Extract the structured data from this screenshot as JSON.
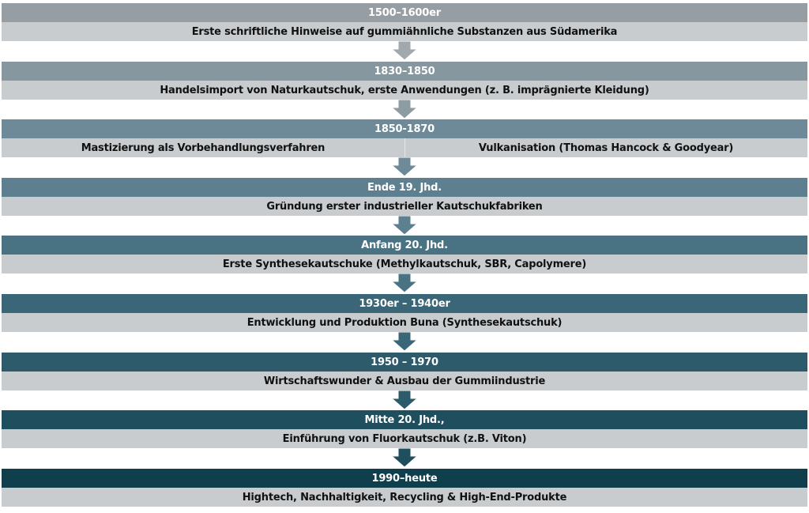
{
  "stages": [
    {
      "period": "1500–1600er",
      "text": "Erste schriftliche Hinweise auf gummiähnliche Substanzen aus Südamerika",
      "color": "#969ea3"
    },
    {
      "period": "1830–1850",
      "text": "Handelsimport von Naturkautschuk, erste Anwendungen (z. B. imprägnierte Kleidung)",
      "color": "#87979f"
    },
    {
      "period": "1850-1870",
      "left_text": "Mastizierung als Vorbehandlungsverfahren",
      "right_text": "Vulkanisation (Thomas Hancock & Goodyear)",
      "color": "#6e8a98"
    },
    {
      "period": "Ende 19. Jhd.",
      "text": "Gründung erster industrieller Kautschukfabriken",
      "color": "#5d7f8f"
    },
    {
      "period": "Anfang 20. Jhd.",
      "text": "Erste Synthesekautschuke (Methylkautschuk, SBR, Capolymere)",
      "color": "#497283"
    },
    {
      "period": "1930er – 1940er",
      "text": "Entwicklung und Produktion Buna (Synthesekautschuk)",
      "color": "#3a6677"
    },
    {
      "period": "1950 – 1970",
      "text": "Wirtschaftswunder & Ausbau der Gummiindustrie",
      "color": "#2d5b6c"
    },
    {
      "period": "Mitte 20. Jhd.,",
      "text": "Einführung von Fluorkautschuk (z.B. Viton)",
      "color": "#1f4f5f"
    },
    {
      "period": "1990–heute",
      "text": "Hightech, Nachhaltigkeit, Recycling & High-End-Produkte",
      "color": "#0f3e4d"
    }
  ]
}
